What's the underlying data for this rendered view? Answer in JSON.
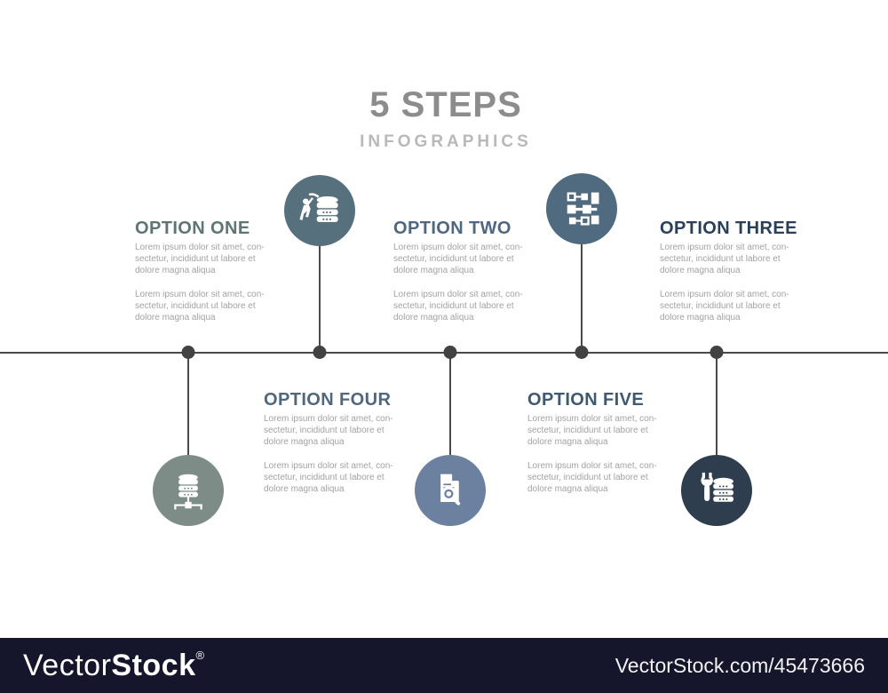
{
  "title": {
    "main": "5 STEPS",
    "subtitle": "INFOGRAPHICS"
  },
  "options": [
    {
      "label": "OPTION ONE",
      "heading_color": "#5e7673",
      "paragraphs": [
        "Lorem ipsum dolor sit amet, con-sectetur, incididunt ut labore et dolore magna aliqua",
        "Lorem ipsum dolor sit amet, con-sectetur, incididunt ut labore et dolore magna aliqua"
      ]
    },
    {
      "label": "OPTION TWO",
      "heading_color": "#4d6880",
      "paragraphs": [
        "Lorem ipsum dolor sit amet, con-sectetur, incididunt ut labore et dolore magna aliqua",
        "Lorem ipsum dolor sit amet, con-sectetur, incididunt ut labore et dolore magna aliqua"
      ]
    },
    {
      "label": "OPTION THREE",
      "heading_color": "#2a4059",
      "paragraphs": [
        "Lorem ipsum dolor sit amet, con-sectetur, incididunt ut labore et dolore magna aliqua",
        "Lorem ipsum dolor sit amet, con-sectetur, incididunt ut labore et dolore magna aliqua"
      ]
    },
    {
      "label": "OPTION FOUR",
      "heading_color": "#51677c",
      "paragraphs": [
        "Lorem ipsum dolor sit amet, con-sectetur, incididunt ut labore et dolore magna aliqua",
        "Lorem ipsum dolor sit amet, con-sectetur, incididunt ut labore et dolore magna aliqua"
      ]
    },
    {
      "label": "OPTION FIVE",
      "heading_color": "#3f5971",
      "paragraphs": [
        "Lorem ipsum dolor sit amet, con-sectetur, incididunt ut labore et dolore magna aliqua",
        "Lorem ipsum dolor sit amet, con-sectetur, incididunt ut labore et dolore magna aliqua"
      ]
    }
  ],
  "icons": [
    {
      "name": "data-mining-icon",
      "position": "top-left",
      "circle_color": "#57707e"
    },
    {
      "name": "structured-data-icon",
      "position": "top-right",
      "circle_color": "#506b80"
    },
    {
      "name": "database-network-icon",
      "position": "bottom-left",
      "circle_color": "#7d8c87"
    },
    {
      "name": "document-search-icon",
      "position": "bottom-middle",
      "circle_color": "#6c80a0"
    },
    {
      "name": "database-maintenance-icon",
      "position": "bottom-right",
      "circle_color": "#2e3e4e"
    }
  ],
  "timeline": {
    "line_color": "#4a4a4a",
    "dot_color": "#424242"
  },
  "footer": {
    "logo_vector": "Vector",
    "logo_stock": "Stock",
    "logo_reg": "®",
    "url": "VectorStock.com/45473666",
    "bar_color": "#15152b"
  }
}
